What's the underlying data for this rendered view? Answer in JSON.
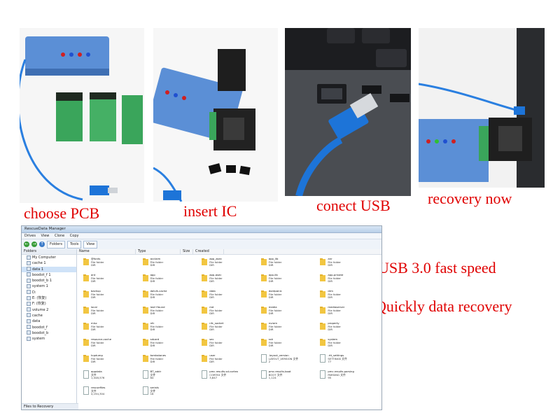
{
  "captions": {
    "step1": "choose PCB",
    "step2": "insert IC",
    "step3": "conect USB",
    "step4": "recovery now",
    "feature1": "USB 3.0 fast speed",
    "feature2": "Quickly data recovery"
  },
  "colors": {
    "caption": "#e00000",
    "device_blue": "#5b8fd6",
    "usb_blue": "#1d74d8",
    "pcb_green": "#3aa55b",
    "folder_yellow": "#f2c641"
  },
  "app": {
    "title": "RescueData Manager",
    "menu": [
      "Drives",
      "View",
      "Clone",
      "Copy"
    ],
    "toolbar": {
      "folders": "Folders",
      "tools": "Tools",
      "view": "View"
    },
    "tree_header": "Folders",
    "tree": [
      "My Computer",
      "cache 1",
      "data 1",
      "boodot_f 1",
      "boodot_b 1",
      "system 1",
      "D:",
      "E: (恢复)",
      "F: (恢复)",
      "volume 2",
      "cache",
      "data",
      "boodot_f",
      "boodot_b",
      "system"
    ],
    "files_header": "Files to Recovery",
    "columns": [
      "Name",
      "Type",
      "Size",
      "Created"
    ],
    "files": [
      {
        "n": "@fonts",
        "t": "File folder",
        "s": "DIR"
      },
      {
        "n": "acclaim",
        "t": "File folder",
        "s": "DIR"
      },
      {
        "n": "app_asec",
        "t": "File folder",
        "s": "DIR"
      },
      {
        "n": "app_lib",
        "t": "File folder",
        "s": "DIR"
      },
      {
        "n": "anr",
        "t": "File folder",
        "s": "DIR"
      },
      {
        "n": "ant",
        "t": "File folder",
        "s": "DIR"
      },
      {
        "n": "app",
        "t": "File folder",
        "s": "DIR"
      },
      {
        "n": "app-asec",
        "t": "File folder",
        "s": "DIR"
      },
      {
        "n": "app-lib",
        "t": "File folder",
        "s": "DIR"
      },
      {
        "n": "app-private",
        "t": "File folder",
        "s": "DIR"
      },
      {
        "n": "backup",
        "t": "File folder",
        "s": "DIR"
      },
      {
        "n": "dalvik-cache",
        "t": "File folder",
        "s": "DIR"
      },
      {
        "n": "data",
        "t": "File folder",
        "s": "DIR"
      },
      {
        "n": "dontpanic",
        "t": "File folder",
        "s": "DIR"
      },
      {
        "n": "drm",
        "t": "File folder",
        "s": "DIR"
      },
      {
        "n": "local",
        "t": "File folder",
        "s": "DIR"
      },
      {
        "n": "lost+found",
        "t": "File folder",
        "s": "DIR"
      },
      {
        "n": "md",
        "t": "File folder",
        "s": "DIR"
      },
      {
        "n": "media",
        "t": "File folder",
        "s": "DIR"
      },
      {
        "n": "mediaserver",
        "t": "File folder",
        "s": "DIR"
      },
      {
        "n": "misc",
        "t": "File folder",
        "s": "DIR"
      },
      {
        "n": "nfc",
        "t": "File folder",
        "s": "DIR"
      },
      {
        "n": "nfc_socket",
        "t": "File folder",
        "s": "DIR"
      },
      {
        "n": "nvram",
        "t": "File folder",
        "s": "DIR"
      },
      {
        "n": "property",
        "t": "File folder",
        "s": "DIR"
      },
      {
        "n": "resource-cache",
        "t": "File folder",
        "s": "DIR"
      },
      {
        "n": "sdcard",
        "t": "File folder",
        "s": "DIR"
      },
      {
        "n": "sec",
        "t": "File folder",
        "s": "DIR"
      },
      {
        "n": "ssh",
        "t": "File folder",
        "s": "DIR"
      },
      {
        "n": "system",
        "t": "File folder",
        "s": "DIR"
      },
      {
        "n": "tcpdump",
        "t": "File folder",
        "s": "DIR"
      },
      {
        "n": "tombstones",
        "t": "File folder",
        "s": "DIR"
      },
      {
        "n": "user",
        "t": "File folder",
        "s": "DIR"
      },
      {
        "n": ".layout_version",
        "t": "LAYOUT_VERSION 文件",
        "s": "2"
      },
      {
        "n": ".rtt_settings",
        "t": "SETTINGS 文件",
        "s": "77"
      },
      {
        "n": "appdata",
        "t": "文件",
        "s": "1,048,576"
      },
      {
        "n": "BT_addr",
        "t": "文件",
        "s": "64"
      },
      {
        "n": "pmc.results.sd.cortex",
        "t": "CORTEX 文件",
        "s": "3,847"
      },
      {
        "n": "pmc.results.boot",
        "t": "BOOT 文件",
        "s": "1,124"
      },
      {
        "n": "pmc.results.parsing",
        "t": "PARSING 文件",
        "s": "95"
      },
      {
        "n": "rescuefiles",
        "t": "文件",
        "s": "4,194,304"
      },
      {
        "n": "serials",
        "t": "文件",
        "s": "16"
      }
    ]
  }
}
